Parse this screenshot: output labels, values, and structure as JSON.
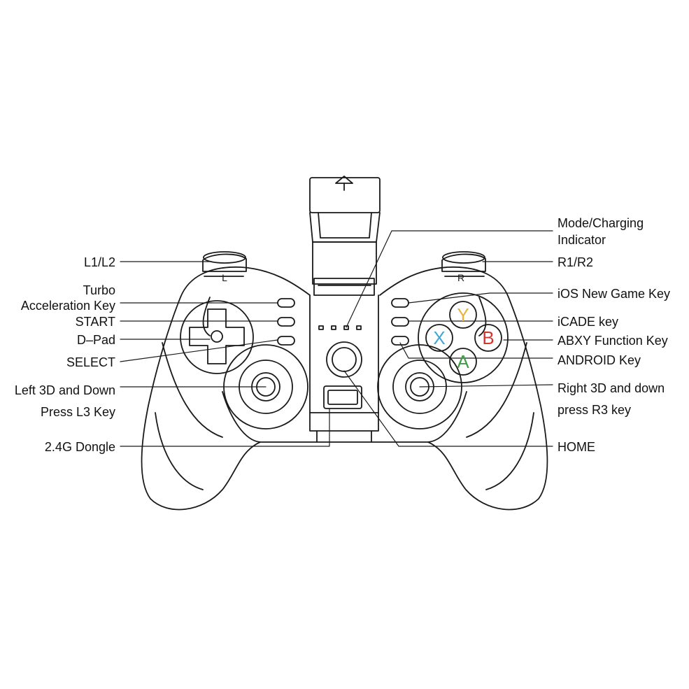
{
  "left_labels": {
    "l1l2": "L1/L2",
    "turbo": [
      "Turbo",
      "Acceleration Key"
    ],
    "start": "START",
    "dpad": "D–Pad",
    "select": "SELECT",
    "left_stick": [
      "Left 3D and Down",
      "Press L3 Key"
    ],
    "dongle": "2.4G Dongle"
  },
  "right_labels": {
    "mode_indicator": [
      "Mode/Charging",
      "Indicator"
    ],
    "r1r2": "R1/R2",
    "ios_key": "iOS New Game Key",
    "icade_key": "iCADE key",
    "abxy": "ABXY Function Key",
    "android_key": "ANDROID Key",
    "right_stick": [
      "Right 3D and down",
      "press R3 key"
    ],
    "home": "HOME"
  },
  "button_letters": {
    "y": "Y",
    "x": "X",
    "b": "B",
    "a": "A",
    "l": "L",
    "r": "R"
  },
  "colors": {
    "y": "#e7b33a",
    "x": "#3fa7d6",
    "b": "#d2362f",
    "a": "#3f9d47",
    "line": "#1a1a1a"
  }
}
